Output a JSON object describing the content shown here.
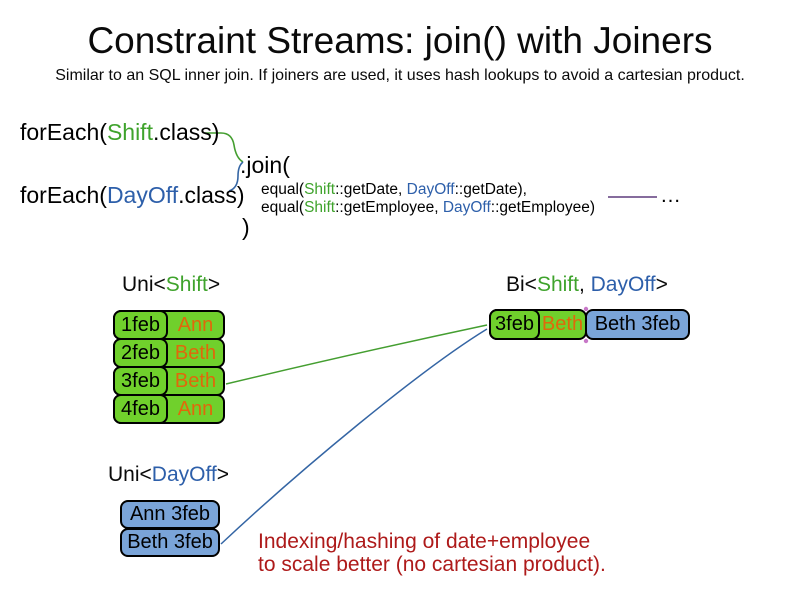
{
  "title": "Constraint Streams: join() with Joiners",
  "subtitle": "Similar to an SQL inner join. If joiners are used, it uses hash lookups to avoid a cartesian product.",
  "code": {
    "foreach_shift": {
      "prefix": "forEach(",
      "class_name": "Shift",
      "suffix": ".class)"
    },
    "foreach_dayoff": {
      "prefix": "forEach(",
      "class_name": "DayOff",
      "suffix": ".class)"
    },
    "join_open": ".join(",
    "joiner_date": {
      "pre": "equal(",
      "shift": "Shift",
      "mid": "::getDate, ",
      "dayoff": "DayOff",
      "post": "::getDate),"
    },
    "joiner_employee": {
      "pre": "equal(",
      "shift": "Shift",
      "mid": "::getEmployee, ",
      "dayoff": "DayOff",
      "post": "::getEmployee)"
    },
    "join_close": ")",
    "ellipsis": "…"
  },
  "uni_shift": {
    "label": {
      "pre": "Uni<",
      "type": "Shift",
      "post": ">"
    },
    "rows": [
      {
        "date": "1feb",
        "employee": "Ann"
      },
      {
        "date": "2feb",
        "employee": "Beth"
      },
      {
        "date": "3feb",
        "employee": "Beth"
      },
      {
        "date": "4feb",
        "employee": "Ann"
      }
    ]
  },
  "bi": {
    "label": {
      "pre": "Bi<",
      "type1": "Shift",
      "sep": ", ",
      "type2": "DayOff",
      "post": ">"
    },
    "row": {
      "date": "3feb",
      "employee": "Beth",
      "dayoff_text": "Beth 3feb"
    }
  },
  "uni_dayoff": {
    "label": {
      "pre": "Uni<",
      "type": "DayOff",
      "post": ">"
    },
    "rows": [
      {
        "text": "Ann 3feb"
      },
      {
        "text": "Beth 3feb"
      }
    ]
  },
  "note": {
    "line1": "Indexing/hashing of date+employee",
    "line2": "to scale better (no cartesian product)."
  },
  "colors": {
    "shift_text_green": "#3fa32c",
    "dayoff_text_blue": "#2d5faa",
    "employee_orange": "#e0680b",
    "shift_box_green": "#70d02c",
    "dayoff_box_blue": "#7aa4d8",
    "note_red": "#ae1a1a",
    "green_line": "#449e30",
    "blue_line": "#3465a4",
    "purple_line": "#5f3c7d",
    "box_border": "#000000"
  }
}
